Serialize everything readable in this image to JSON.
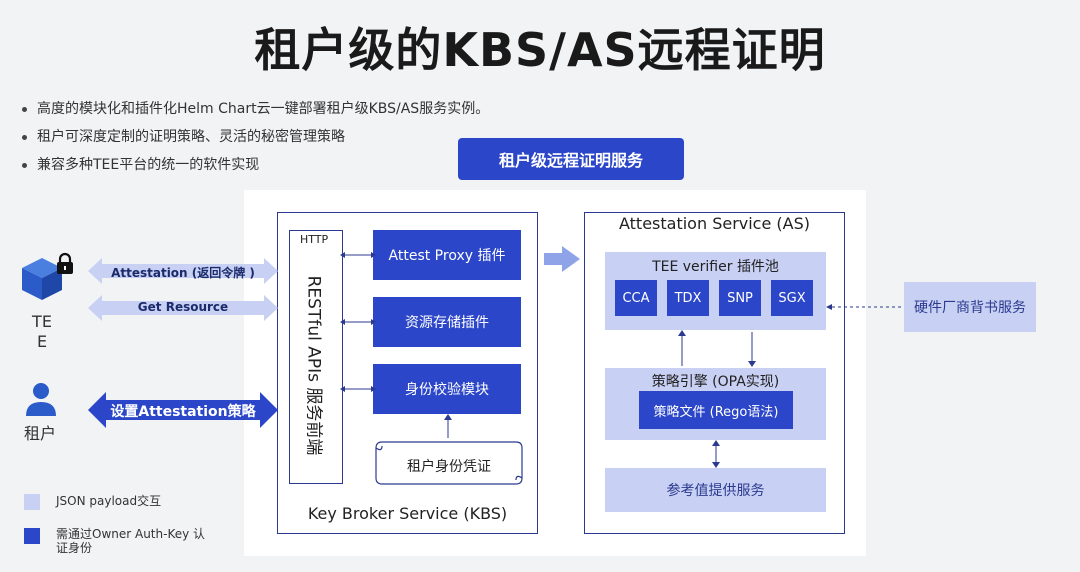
{
  "title": "租户级的KBS/AS远程证明",
  "bullets": [
    "高度的模块化和插件化Helm Chart云一键部署租户级KBS/AS服务实例。",
    "租户可深度定制的证明策略、灵活的秘密管理策略",
    "兼容多种TEE平台的统一的软件实现"
  ],
  "header_pill": "租户级远程证明服务",
  "kbs": {
    "http_label": "HTTP",
    "restful_label": "RESTful APIs  服务前端",
    "plugins": [
      "Attest Proxy 插件",
      "资源存储插件",
      "身份校验模块"
    ],
    "credential": "租户身份凭证",
    "footer": "Key Broker Service (KBS)"
  },
  "as": {
    "title": "Attestation Service (AS)",
    "verifier_pool": "TEE verifier 插件池",
    "verifiers": [
      "CCA",
      "TDX",
      "SNP",
      "SGX"
    ],
    "policy_engine": "策略引擎 (OPA实现)",
    "policy_file": "策略文件 (Rego语法)",
    "reference_service": "参考值提供服务"
  },
  "vendor_service": "硬件厂商背书服务",
  "arrows": {
    "attestation": "Attestation (返回令牌 )",
    "get_resource": "Get Resource",
    "set_policy": "设置Attestation策略"
  },
  "actors": {
    "tee": "TEE",
    "tenant": "租户"
  },
  "legend": [
    {
      "label": "JSON payload交互",
      "color": "#c8d0f4"
    },
    {
      "label": "需通过Owner Auth-Key 认证身份",
      "color": "#2b46c8"
    }
  ],
  "colors": {
    "primary": "#2b46c8",
    "light": "#c8d0f4",
    "border": "#2b3a8f"
  }
}
